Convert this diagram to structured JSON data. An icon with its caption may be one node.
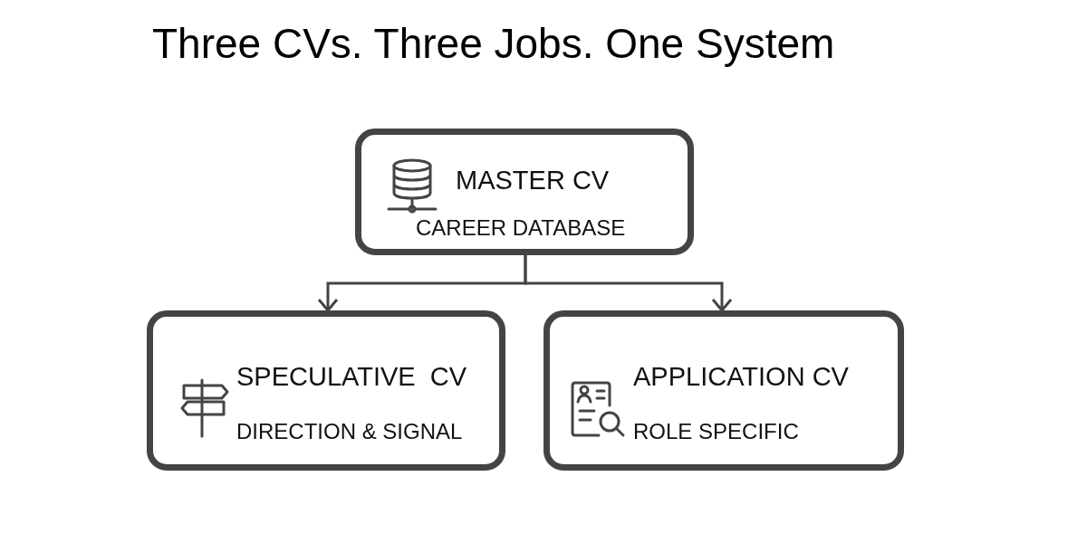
{
  "diagram": {
    "title": "Three CVs. Three Jobs. One System",
    "nodes": [
      {
        "text": [
          "MASTER CV",
          "CAREER DATABASE"
        ]
      },
      {
        "text": [
          "SPECULATIVE  CV",
          "DIRECTION & SIGNAL"
        ]
      },
      {
        "text": [
          "APPLICATION CV",
          "ROLE SPECIFIC"
        ]
      }
    ],
    "edges": [
      {
        "from": 0,
        "to": 1,
        "arrow": "to"
      },
      {
        "from": 0,
        "to": 2,
        "arrow": "to"
      }
    ]
  }
}
